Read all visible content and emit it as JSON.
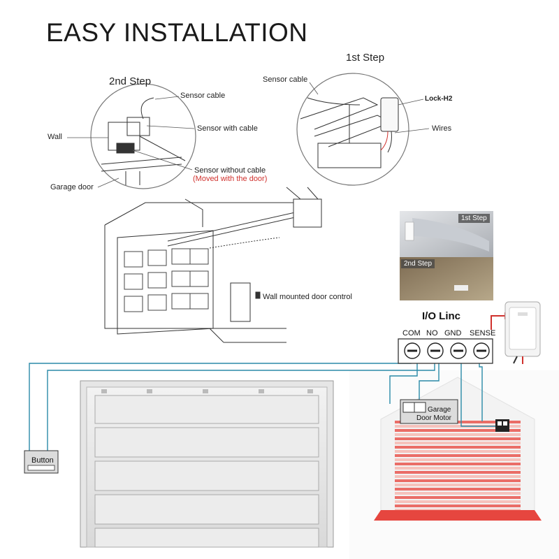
{
  "title": "EASY INSTALLATION",
  "steps": {
    "first": "1st Step",
    "second": "2nd Step"
  },
  "step1_labels": {
    "sensor_cable": "Sensor cable",
    "lock": "Lock-H2",
    "wires": "Wires"
  },
  "step2_labels": {
    "sensor_cable": "Sensor cable",
    "wall": "Wall",
    "sensor_with_cable": "Sensor with cable",
    "sensor_without_cable": "Sensor without cable",
    "moved_with_door": "(Moved with the door)",
    "garage_door": "Garage door"
  },
  "wall_control": "Wall mounted door control",
  "photos": {
    "first": "1st Step",
    "second": "2nd Step"
  },
  "io": {
    "title": "I/O Linc",
    "terminals": [
      "COM",
      "NO",
      "GND",
      "SENSE"
    ]
  },
  "button_label": "Button",
  "motor_label": [
    "Garage",
    "Door Motor"
  ],
  "colors": {
    "wire": "#2a8aa8",
    "door_red": "#e8554e",
    "door_light": "#f6b9b2"
  }
}
